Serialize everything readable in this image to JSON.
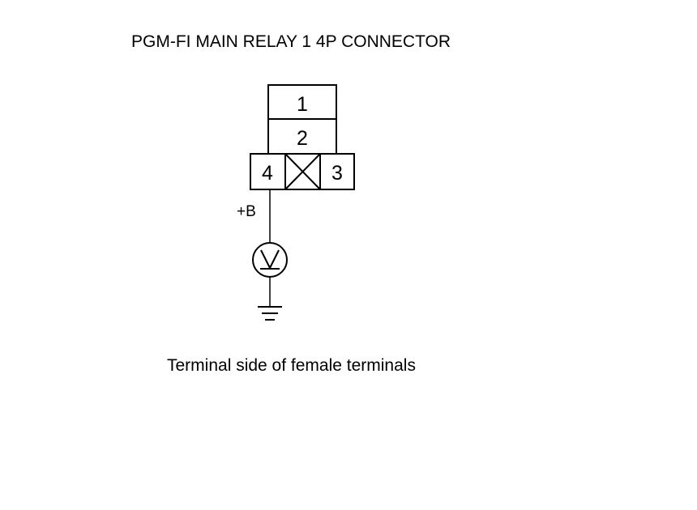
{
  "title": "PGM-FI MAIN RELAY 1 4P CONNECTOR",
  "connector": {
    "pins": [
      "1",
      "2",
      "4",
      "3"
    ]
  },
  "probe": {
    "label": "+B",
    "meter_symbol": "V"
  },
  "caption": "Terminal side of female terminals"
}
